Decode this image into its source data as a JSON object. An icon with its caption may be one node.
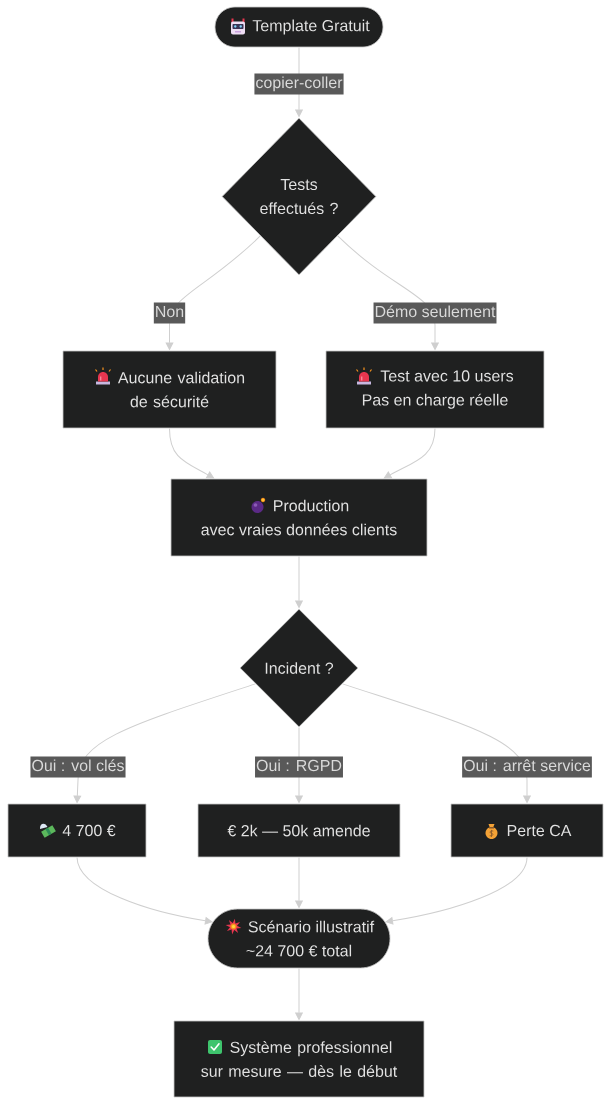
{
  "diagram": {
    "nodes": [
      {
        "text": [
          "Template Gratuit"
        ]
      },
      {
        "text": [
          "Tests effectués ?"
        ]
      },
      {
        "text": [
          "Aucune validation de sécurité"
        ]
      },
      {
        "text": [
          "Test avec 10 users",
          "Pas en charge réelle"
        ]
      },
      {
        "text": [
          "Production",
          "avec vraies données clients"
        ]
      },
      {
        "text": [
          "Incident ?"
        ]
      },
      {
        "text": [
          "4 700 €"
        ]
      },
      {
        "text": [
          "€ 2k — 50k amende"
        ]
      },
      {
        "text": [
          "Perte CA"
        ]
      },
      {
        "text": [
          "Scénario illustratif",
          "~24 700 € total"
        ]
      },
      {
        "text": [
          "Système professionnel sur mesure — dès le début"
        ]
      }
    ],
    "edges": [
      {
        "from": 0,
        "to": 1,
        "arrow": "to",
        "label": "copier-coller"
      },
      {
        "from": 1,
        "to": 2,
        "arrow": "to",
        "label": "Non"
      },
      {
        "from": 1,
        "to": 3,
        "arrow": "to",
        "label": "Démo seulement"
      },
      {
        "from": 2,
        "to": 4,
        "arrow": "to"
      },
      {
        "from": 3,
        "to": 4,
        "arrow": "to"
      },
      {
        "from": 4,
        "to": 5,
        "arrow": "to"
      },
      {
        "from": 5,
        "to": 6,
        "arrow": "to",
        "label": "Oui : vol clés"
      },
      {
        "from": 5,
        "to": 7,
        "arrow": "to",
        "label": "Oui : RGPD"
      },
      {
        "from": 5,
        "to": 8,
        "arrow": "to",
        "label": "Oui : arrêt service"
      },
      {
        "from": 6,
        "to": 9,
        "arrow": "to"
      },
      {
        "from": 7,
        "to": 9,
        "arrow": "to"
      },
      {
        "from": 8,
        "to": 9,
        "arrow": "to"
      },
      {
        "from": 9,
        "to": 10,
        "arrow": "to"
      }
    ]
  }
}
